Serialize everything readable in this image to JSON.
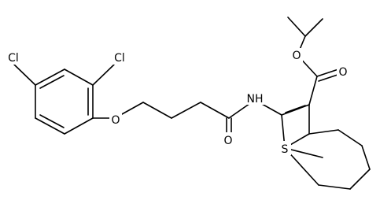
{
  "labels": {
    "cl_ortho": "Cl",
    "cl_para": "Cl",
    "o_ether": "O",
    "o_amide": "O",
    "nh": "NH",
    "s": "S",
    "o_ester_carbonyl": "O",
    "o_ester_single": "O"
  },
  "colors": {
    "bond": "#000000",
    "background": "#ffffff",
    "text": "#000000"
  }
}
